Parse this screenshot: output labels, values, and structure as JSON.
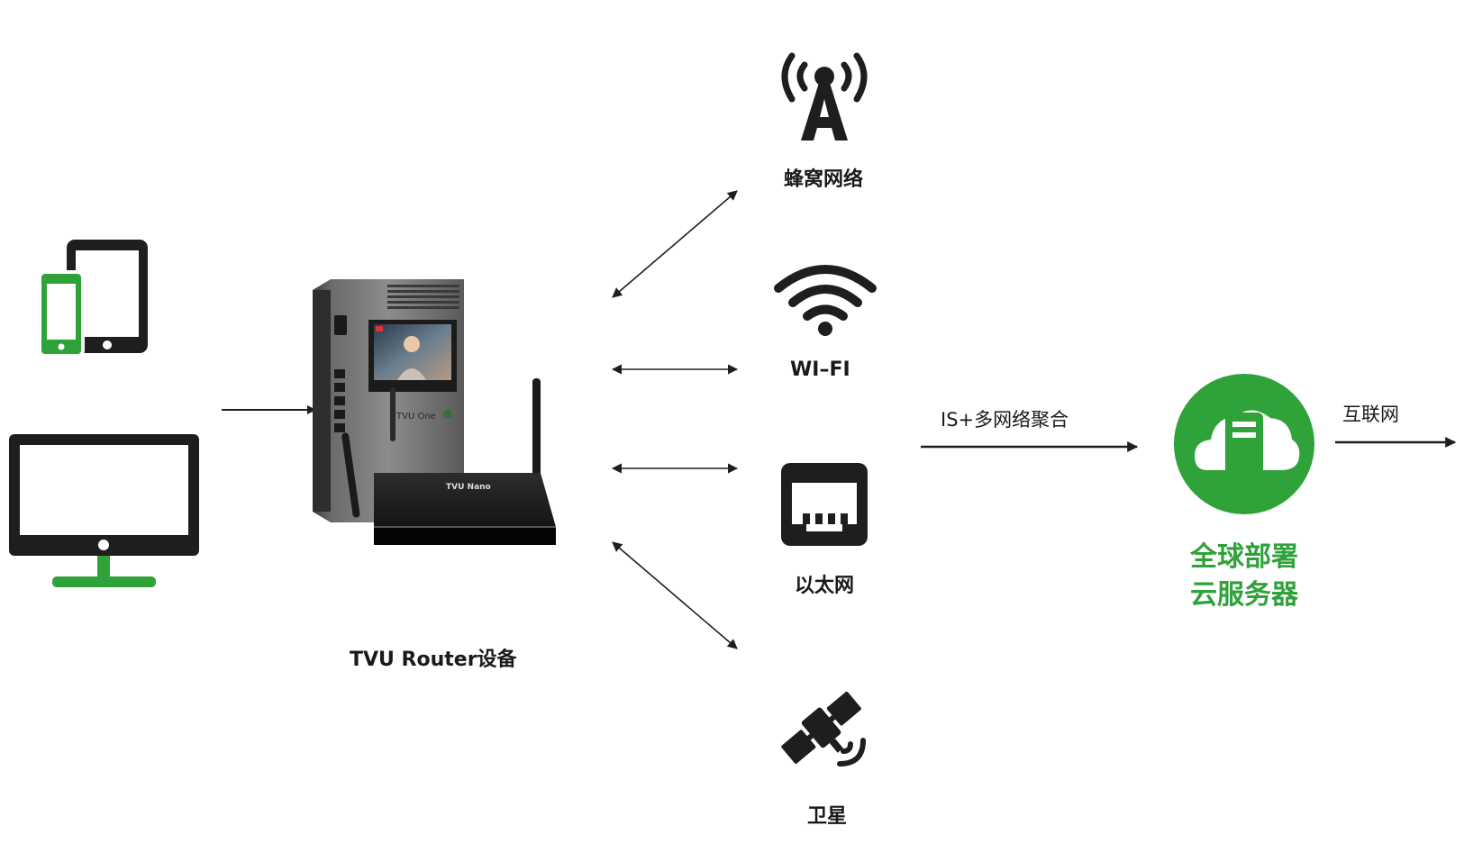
{
  "device_label": "TVU Router设备",
  "devices_brand": {
    "tvu_one": "TVU One",
    "tvu_nano": "TVU Nano"
  },
  "networks": [
    {
      "id": "cellular",
      "label": "蜂窝网络",
      "icon": "cell-tower-icon"
    },
    {
      "id": "wifi",
      "label": "WI–FI",
      "icon": "wifi-icon"
    },
    {
      "id": "ethernet",
      "label": "以太网",
      "icon": "ethernet-port-icon"
    },
    {
      "id": "satellite",
      "label": "卫星",
      "icon": "satellite-icon"
    }
  ],
  "aggregation_label": "IS+多网络聚合",
  "cloud": {
    "line1": "全球部署",
    "line2": "云服务器",
    "icon": "cloud-server-icon"
  },
  "internet_label": "互联网",
  "colors": {
    "green": "#2fa23a",
    "dark": "#1e1e1e"
  }
}
